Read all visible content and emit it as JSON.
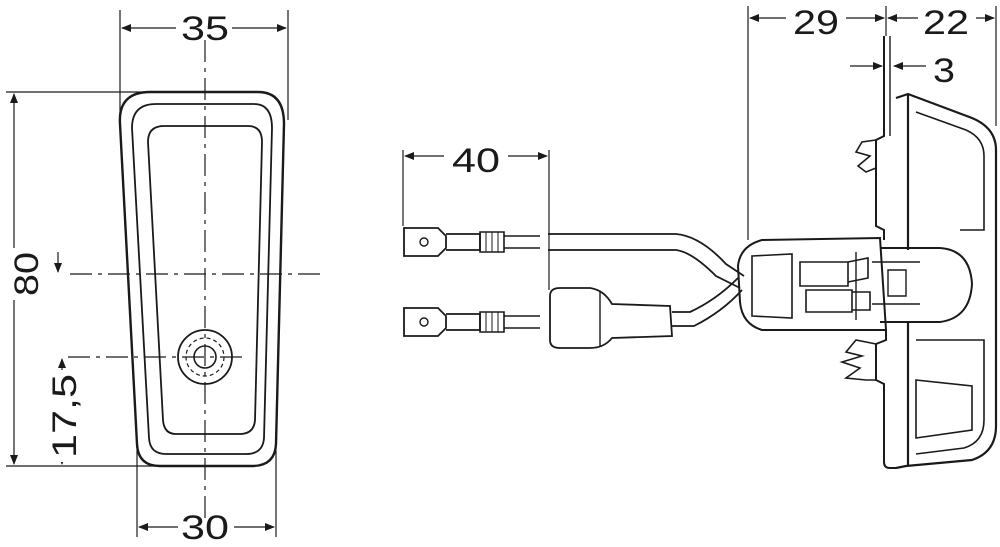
{
  "dimensions": {
    "front_width_top": "35",
    "front_width_bottom": "30",
    "front_height": "80",
    "hole_offset": "17,5",
    "cable_length": "40",
    "housing_depth": "29",
    "lens_depth": "22",
    "flange_thickness": "3"
  },
  "colors": {
    "line": "#1a1a1a",
    "background": "#ffffff"
  }
}
